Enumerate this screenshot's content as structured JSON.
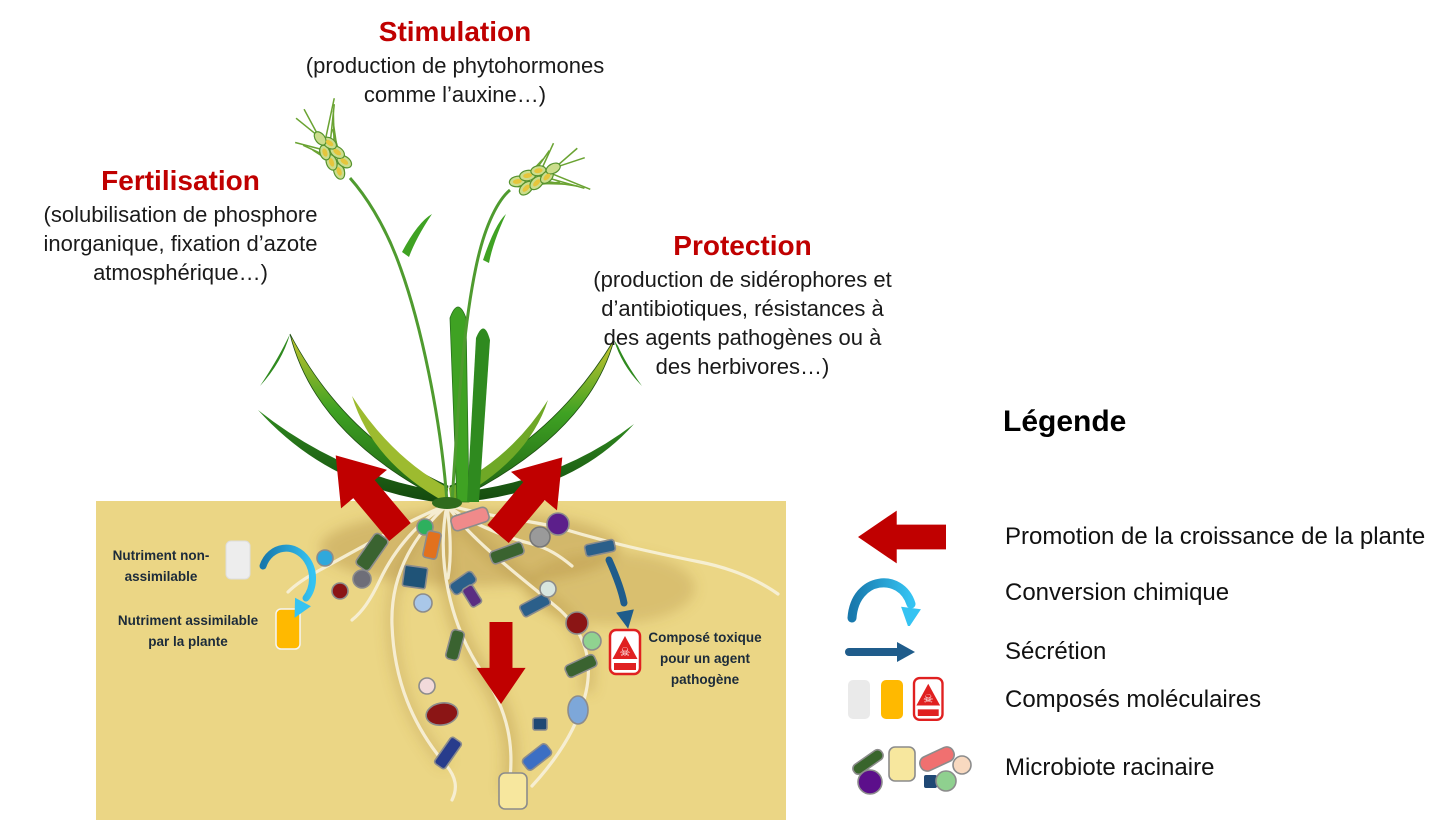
{
  "colors": {
    "accent_red": "#C00000",
    "soil": "#EBD685",
    "conversion_blue": "#2FA8DC",
    "secretion_blue": "#1F5C8B",
    "soil_label_navy": "#1C2B3A"
  },
  "annotations": {
    "stimulation": {
      "title": "Stimulation",
      "description": "(production de phytohormones\ncomme l’auxine…)"
    },
    "fertilisation": {
      "title": "Fertilisation",
      "description": "(solubilisation de phosphore\ninorganique, fixation d’azote\natmosphérique…)"
    },
    "protection": {
      "title": "Protection",
      "description": "(production de sidérophores et\nd’antibiotiques, résistances à\ndes agents pathogènes ou à\ndes herbivores…)"
    }
  },
  "soil_labels": {
    "nutrient_non_assimilable": "Nutriment non-\nassimilable",
    "nutrient_assimilable": "Nutriment assimilable\npar la plante",
    "toxic_compound": "Composé toxique\npour un agent\npathogène"
  },
  "legend": {
    "title": "Légende",
    "items": [
      {
        "icon": "promotion-arrow-icon",
        "label": "Promotion de la croissance de la plante"
      },
      {
        "icon": "conversion-arrow-icon",
        "label": "Conversion chimique"
      },
      {
        "icon": "secretion-arrow-icon",
        "label": "Sécrétion"
      },
      {
        "icon": "molecular-compounds-icon",
        "label": "Composés moléculaires"
      },
      {
        "icon": "root-microbiota-icon",
        "label": "Microbiote racinaire"
      }
    ]
  }
}
